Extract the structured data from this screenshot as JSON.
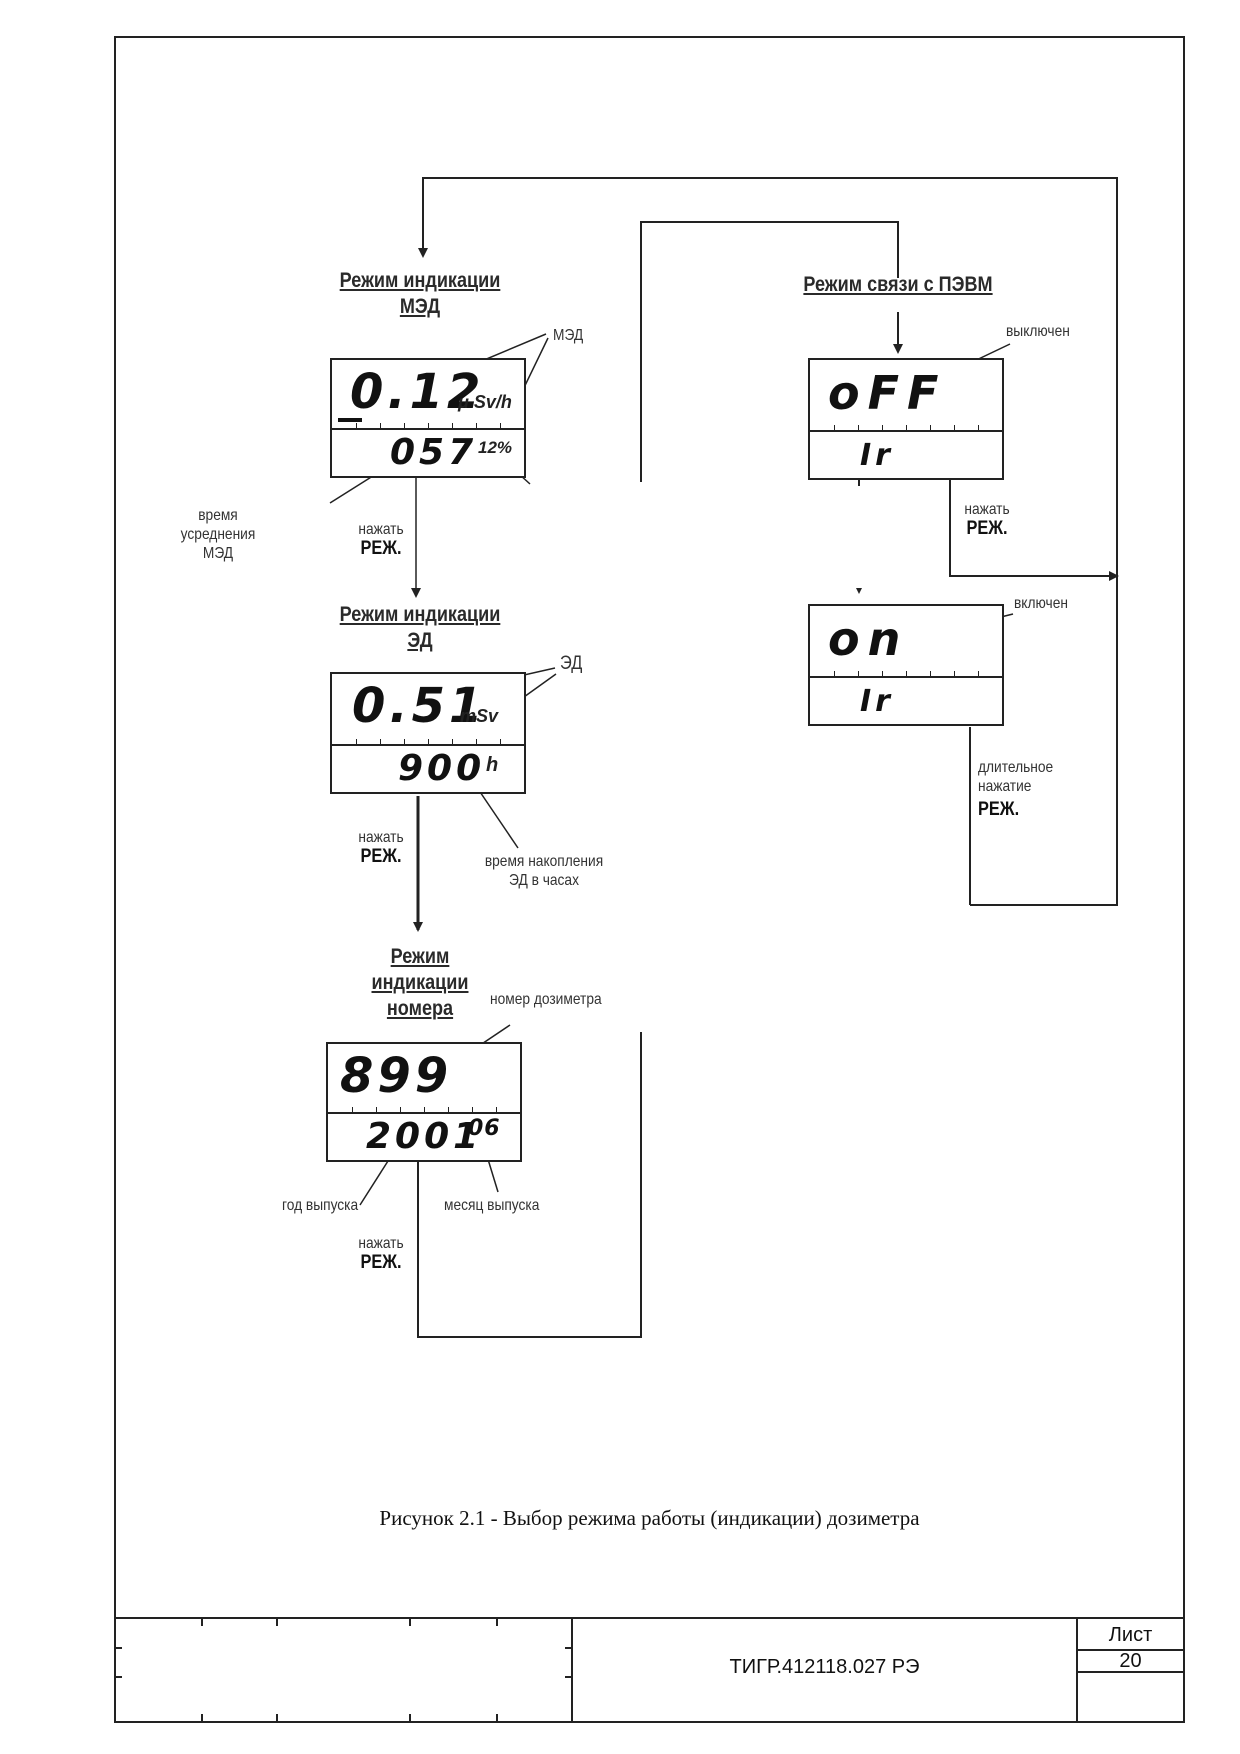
{
  "modes": {
    "med": {
      "title_line1": "Режим индикации",
      "title_line2": "МЭД",
      "display_main": "0.12",
      "unit_main": "μ Sv/h",
      "display_sub": "057",
      "unit_sub": "12%",
      "callout_main": "МЭД",
      "callout_sub": "время усреднения МЭД"
    },
    "ed": {
      "title_line1": "Режим индикации",
      "title_line2": "ЭД",
      "display_main": "0.51",
      "unit_main": "mSv",
      "display_sub": "900",
      "unit_sub": "h",
      "callout_main": "ЭД",
      "callout_sub_line1": "время накопления",
      "callout_sub_line2": "ЭД в часах"
    },
    "number": {
      "title_line1": "Режим",
      "title_line2": "индикации",
      "title_line3": "номера",
      "display_main": "899",
      "display_sub": "2001",
      "display_sub_small": "06",
      "callout_main": "номер дозиметра",
      "callout_year": "год выпуска",
      "callout_month": "месяц выпуска"
    },
    "pc": {
      "title": "Режим связи с ПЭВМ",
      "off": {
        "display_main": "oFF",
        "display_sub": "Ir",
        "callout": "выключен"
      },
      "on": {
        "display_main": "on",
        "display_sub": "Ir",
        "callout": "включен"
      }
    }
  },
  "actions": {
    "press_word": "нажать",
    "mode_key": "РЕЖ.",
    "long_press_line1": "длительное",
    "long_press_line2": "нажатие"
  },
  "caption": "Рисунок 2.1 - Выбор режима работы (индикации) дозиметра",
  "title_block": {
    "sheet_label": "Лист",
    "sheet_number": "20",
    "doc_code": "ТИГР.412118.027 РЭ"
  }
}
